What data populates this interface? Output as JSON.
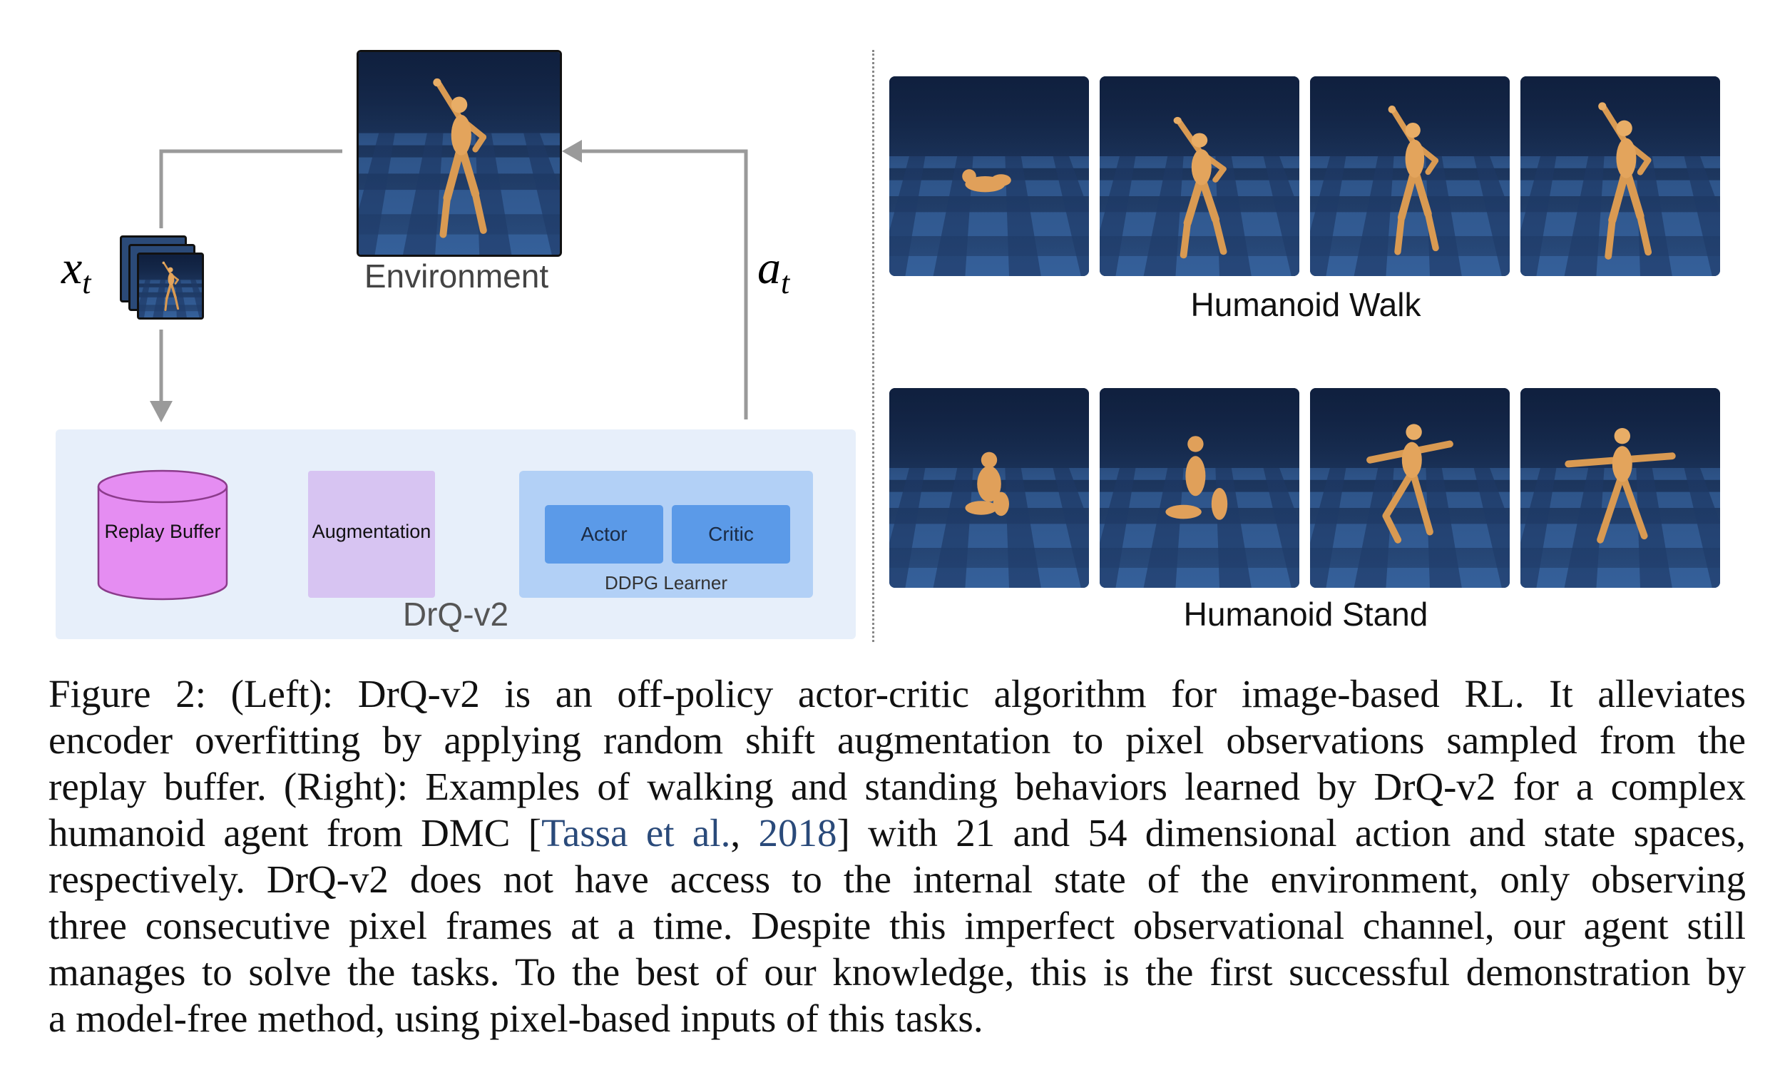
{
  "diagram": {
    "environment_label": "Environment",
    "observation_symbol": "x",
    "observation_subscript": "t",
    "action_symbol": "a",
    "action_subscript": "t",
    "drq_label": "DrQ-v2",
    "replay_buffer_label": "Replay Buffer",
    "augmentation_label": "Augmentation",
    "actor_label": "Actor",
    "critic_label": "Critic",
    "learner_label": "DDPG Learner"
  },
  "examples": {
    "walk_title": "Humanoid Walk",
    "stand_title": "Humanoid Stand"
  },
  "caption": {
    "lines": [
      "Figure 2: (Left): DrQ-v2 is an off-policy actor-critic algorithm for image-based RL. It alleviates",
      "encoder overfitting by applying random shift augmentation to pixel observations sampled from the",
      "replay buffer. (Right): Examples of walking and standing behaviors learned by DrQ-v2 for a complex",
      "respectively. DrQ-v2 does not have access to the internal state of the environment, only observing",
      "three consecutive pixel frames at a time. Despite this imperfect observational channel, our agent still",
      "manages to solve the tasks. To the best of our knowledge, this is the first successful demonstration by",
      "a model-free method, using pixel-based inputs of this tasks."
    ],
    "line4_pre": "humanoid agent from DMC [",
    "line4_cite_author": "Tassa et al.",
    "line4_mid": ", ",
    "line4_cite_year": "2018",
    "line4_post": "] with 21 and 54 dimensional action and state spaces,"
  },
  "colors": {
    "replay_buffer": "#e58df2",
    "augmentation": "#d7c4f2",
    "learner": "#b2d0f6",
    "actor_critic": "#5b9ae8",
    "panel": "#e7effa",
    "arrow": "#999999",
    "floor_dark": "#1f3a66",
    "floor_light": "#3a6aa3",
    "humanoid": "#e0a05a"
  }
}
